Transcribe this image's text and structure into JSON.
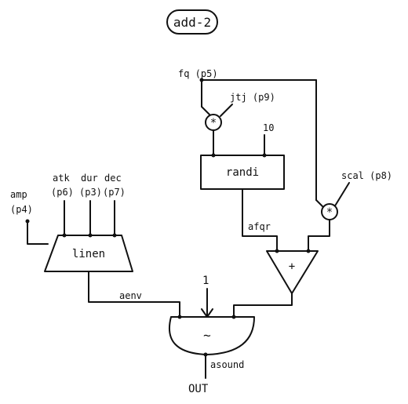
{
  "title": "add-2",
  "inputs": {
    "freq": "fq (p5)",
    "jitter": "jtj (p9)",
    "rate": "10",
    "scale": "scal (p8)",
    "amp_top": "amp",
    "amp_bottom": "(p4)",
    "atk_top": "atk",
    "atk_bottom": "(p6)",
    "dur_top": "dur",
    "dur_bottom": "(p3)",
    "dec_top": "dec",
    "dec_bottom": "(p7)",
    "phase": "1"
  },
  "modules": {
    "randi": "randi",
    "linen": "linen",
    "multiply_symbol": "*",
    "add_symbol": "+",
    "oscil_symbol": "~"
  },
  "signals": {
    "afqr": "afqr",
    "aenv": "aenv",
    "asound": "asound",
    "out": "OUT"
  }
}
